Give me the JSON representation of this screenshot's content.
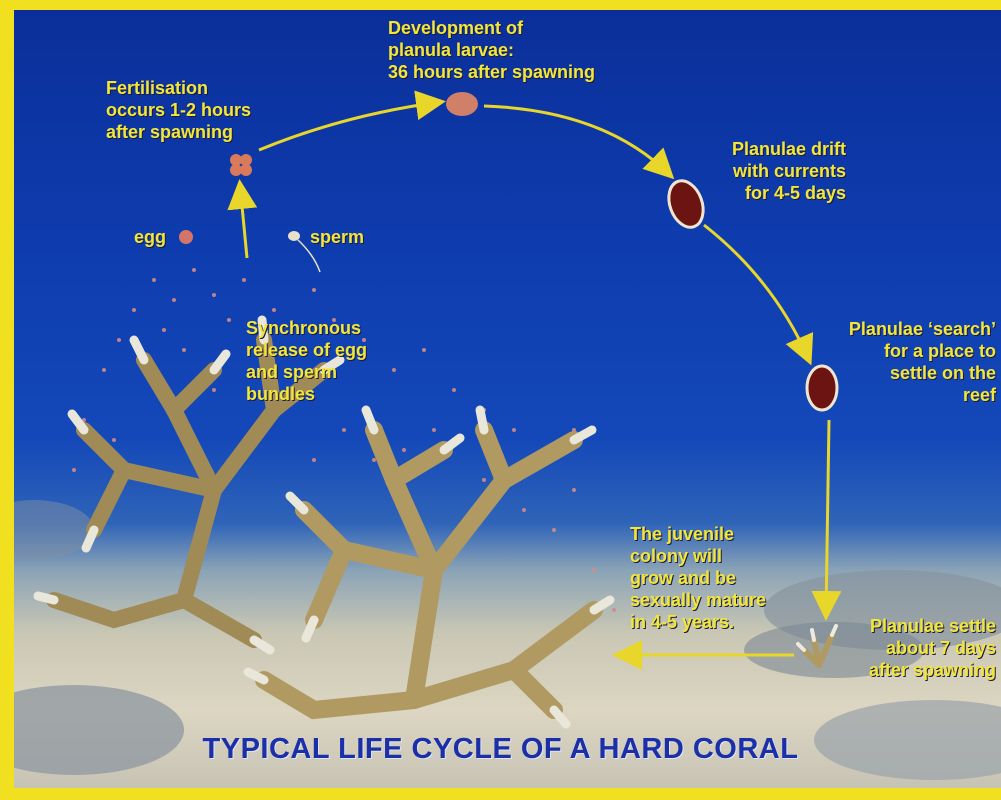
{
  "title": "TYPICAL LIFE CYCLE OF A HARD CORAL",
  "labels": {
    "fertilisation": "Fertilisation\noccurs 1-2 hours\nafter spawning",
    "development": "Development of\nplanula larvae:\n36 hours after spawning",
    "drift": "Planulae drift\nwith currents\nfor 4-5 days",
    "search": "Planulae ‘search’\nfor a place to\nsettle on the\nreef",
    "settle": "Planulae settle\nabout 7 days\nafter spawning",
    "juvenile": "The juvenile\ncolony will\ngrow and be\nsexually mature\nin 4-5 years.",
    "release": "Synchronous\nrelease of egg\nand sperm\nbundles",
    "egg": "egg",
    "sperm": "sperm"
  },
  "colors": {
    "label": "#f3e63a",
    "title": "#1b2fa6",
    "frame": "#f0e020",
    "water": "#0e3cae",
    "arrow": "#e8d62a"
  }
}
